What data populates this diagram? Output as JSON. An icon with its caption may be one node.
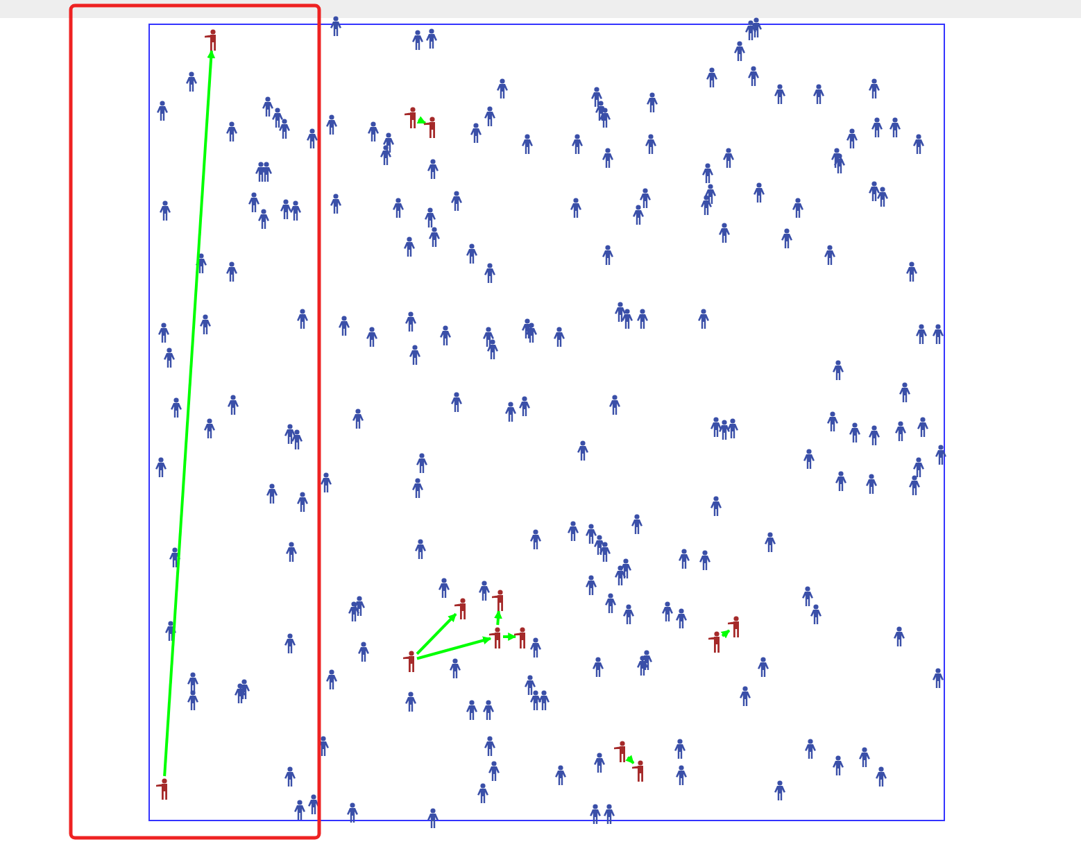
{
  "diagram": {
    "nodes": [
      {
        "text": [],
        "shape": "person"
      },
      {
        "text": [],
        "shape": "person"
      },
      {
        "text": [],
        "shape": "person"
      },
      {
        "text": [],
        "shape": "person"
      },
      {
        "text": [],
        "shape": "person"
      },
      {
        "text": [],
        "shape": "person"
      },
      {
        "text": [],
        "shape": "person"
      },
      {
        "text": [],
        "shape": "person"
      },
      {
        "text": [],
        "shape": "person"
      },
      {
        "text": [],
        "shape": "person"
      },
      {
        "text": [],
        "shape": "person"
      },
      {
        "text": [],
        "shape": "person"
      },
      {
        "text": [],
        "shape": "person"
      }
    ],
    "edges": [
      {
        "from": 12,
        "to": 0,
        "arrow": "to",
        "color": "#00ff00"
      },
      {
        "from": 1,
        "to": 2,
        "arrow": "to",
        "color": "#00ff00"
      },
      {
        "from": 5,
        "to": 3,
        "arrow": "to",
        "color": "#00ff00"
      },
      {
        "from": 5,
        "to": 6,
        "arrow": "to",
        "color": "#00ff00"
      },
      {
        "from": 6,
        "to": 4,
        "arrow": "to",
        "color": "#00ff00"
      },
      {
        "from": 6,
        "to": 7,
        "arrow": "to",
        "color": "#00ff00"
      },
      {
        "from": 8,
        "to": 9,
        "arrow": "to",
        "color": "#00ff00"
      },
      {
        "from": 10,
        "to": 11,
        "arrow": "to",
        "color": "#00ff00"
      }
    ]
  }
}
